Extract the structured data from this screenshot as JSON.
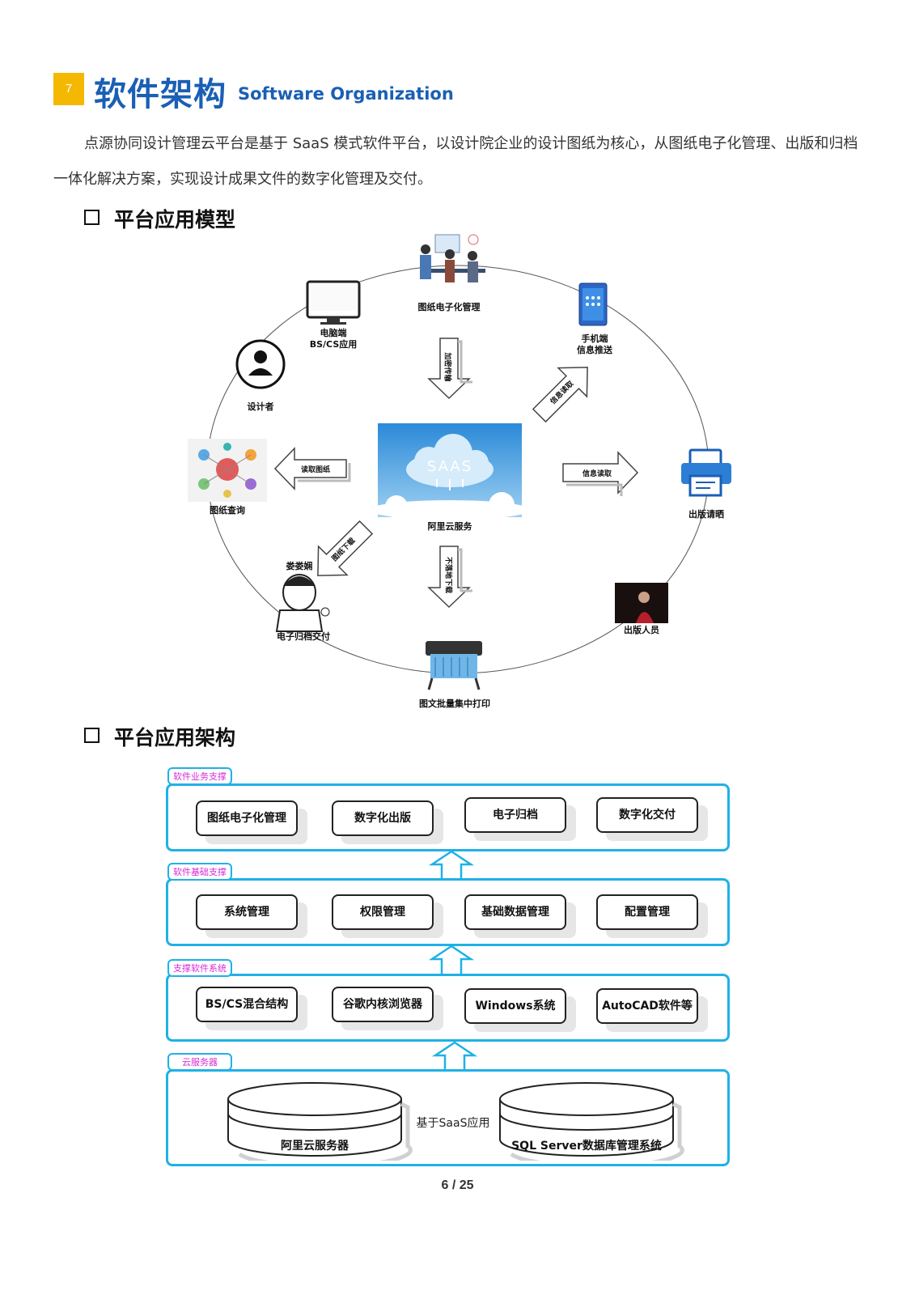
{
  "header": {
    "section_number": "7",
    "title": "软件架构",
    "subtitle": "Software Organization"
  },
  "intro": "点源协同设计管理云平台是基于 SaaS 模式软件平台，以设计院企业的设计图纸为核心，从图纸电子化管理、出版和归档一体化解决方案，实现设计成果文件的数字化管理及交付。",
  "model": {
    "heading": "平台应用模型",
    "nodes": {
      "drawing_mgmt": "图纸电子化管理",
      "pc_line1": "电脑端",
      "pc_line2": "BS/CS应用",
      "mobile_line1": "手机端",
      "mobile_line2": "信息推送",
      "designer": "设计者",
      "drawing_query": "图纸查询",
      "saas_label": "SAAS",
      "aliyun": "阿里云服务",
      "print_request": "出版请晒",
      "publisher": "出版人员",
      "person_name": "娄娄娴",
      "archive": "电子归档交付",
      "batch_print": "图文批量集中打印"
    },
    "arrows": {
      "encrypt": "加密传输",
      "info_read_up": "信息读取",
      "read_drawing": "读取图纸",
      "info_read_right": "信息读取",
      "drawing_download": "图纸下载",
      "no_local_download": "不落地下载"
    }
  },
  "arch": {
    "heading": "平台应用架构",
    "layers": [
      {
        "tag": "软件业务支撑",
        "modules": [
          "图纸电子化管理",
          "数字化出版",
          "电子归档",
          "数字化交付"
        ]
      },
      {
        "tag": "软件基础支撑",
        "modules": [
          "系统管理",
          "权限管理",
          "基础数据管理",
          "配置管理"
        ]
      },
      {
        "tag": "支撑软件系统",
        "modules": [
          "BS/CS混合结构",
          "谷歌内核浏览器",
          "Windows系统",
          "AutoCAD软件等"
        ]
      }
    ],
    "cloud": {
      "tag": "云服务器",
      "db1": "阿里云服务器",
      "link": "基于SaaS应用",
      "db2": "SQL Server数据库管理系统"
    }
  },
  "footer": {
    "page": "6 / 25"
  },
  "colors": {
    "accent": "#1a5fb4",
    "tag_text": "#d629d6",
    "frame": "#1fb1e6",
    "badge": "#f5b800"
  }
}
